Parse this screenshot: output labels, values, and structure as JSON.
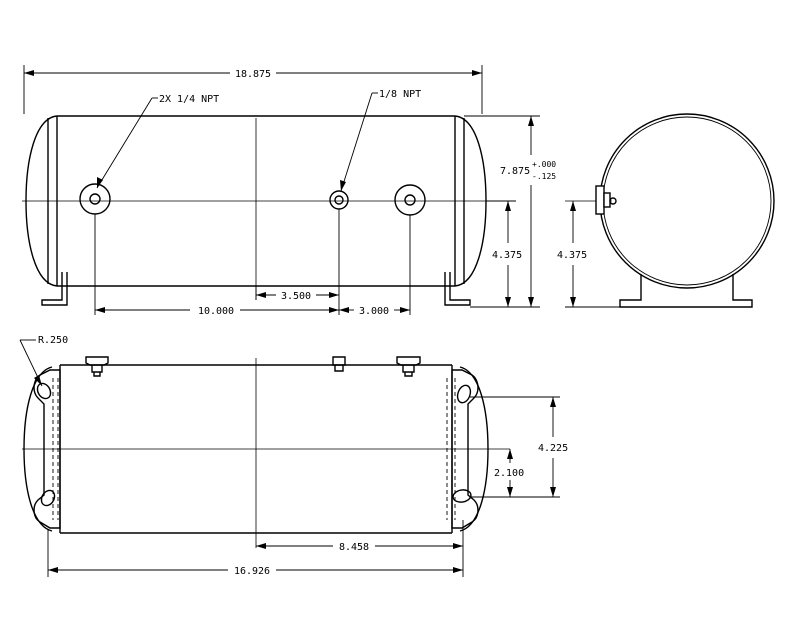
{
  "dimensions": {
    "overall_length_top": "18.875",
    "diameter": "7.875",
    "tol_plus": "+.000",
    "tol_minus": "-.125",
    "height_side": "4.375",
    "height_end": "4.375",
    "port_spacing_left": "10.000",
    "port_spacing_mid": "3.500",
    "port_spacing_right": "3.000",
    "radius": "R.250",
    "bracket_outer": "4.225",
    "bracket_inner": "2.100",
    "half_length": "8.458",
    "overall_length_bottom": "16.926"
  },
  "callouts": {
    "port_large": "2X 1/4 NPT",
    "port_small": "1/8 NPT"
  }
}
